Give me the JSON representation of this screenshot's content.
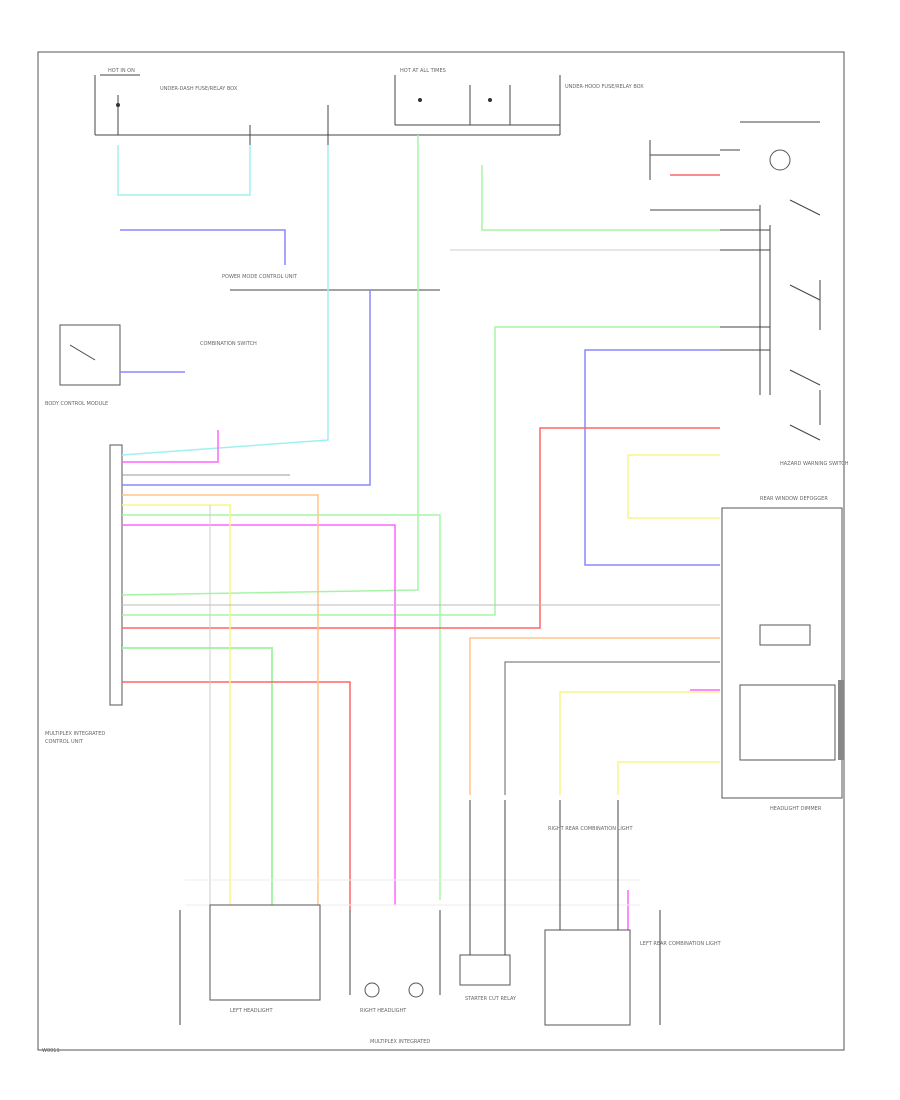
{
  "colors": {
    "light_blue": "#a0f0f0",
    "green": "#a6f5a6",
    "blue": "#8888ff",
    "pink": "#ff66ff",
    "red": "#ff6666",
    "yellow": "#f5f58a",
    "orange": "#ffc48a",
    "gray": "#c8c8c8",
    "dark": "#555555"
  },
  "labels": {
    "top_left_fuse": "HOT IN ON",
    "top_mid_fuse": "HOT AT ALL TIMES",
    "junction_box": "UNDER-DASH FUSE/RELAY BOX",
    "engine_room_box": "UNDER-HOOD FUSE/RELAY BOX",
    "power_mode_ctrl": "POWER MODE CONTROL UNIT",
    "combination_switch": "COMBINATION SWITCH",
    "starter_cut_relay": "STARTER CUT RELAY",
    "left_headlight": "LEFT HEADLIGHT",
    "right_headlight": "RIGHT HEADLIGHT",
    "hazard_switch": "HAZARD WARNING SWITCH",
    "bcm": "BODY CONTROL MODULE",
    "rear_lamp_connector": "REAR WINDOW DEFOGGER",
    "dimmer": "HEADLIGHT DIMMER",
    "right_rear": "RIGHT REAR COMBINATION LIGHT",
    "left_rear": "LEFT REAR COMBINATION LIGHT",
    "bottom_caption_1": "MULTIPLEX INTEGRATED",
    "bottom_caption_2": "CONTROL UNIT",
    "footer_code": "W0011"
  }
}
